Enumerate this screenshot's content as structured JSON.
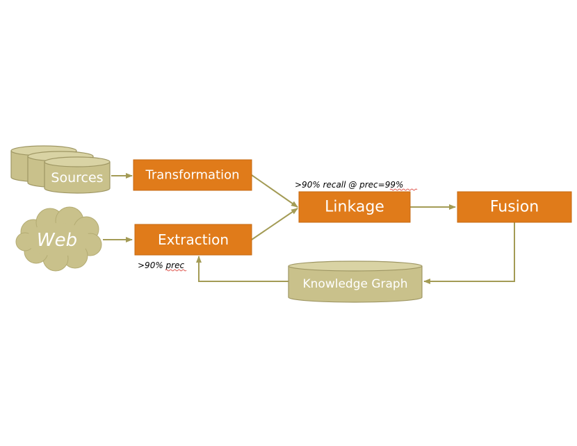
{
  "diagram": {
    "colors": {
      "process_fill": "#e07b1a",
      "process_border": "#c66a12",
      "store_fill": "#c9c18b",
      "store_top": "#d9d3a4",
      "store_border": "#9e9663",
      "arrow": "#a39b55",
      "text": "#ffffff",
      "annotation": "#000000"
    },
    "nodes": {
      "sources": "Sources",
      "web": "Web",
      "transformation": "Transformation",
      "extraction": "Extraction",
      "linkage": "Linkage",
      "fusion": "Fusion",
      "knowledge_graph": "Knowledge Graph"
    },
    "annotations": {
      "linkage_note": ">90% recall @ prec=99%",
      "extraction_note": ">90% prec"
    },
    "icons": {
      "sources": "database-stack-icon",
      "web": "cloud-icon",
      "knowledge_graph": "database-cylinder-icon"
    }
  }
}
